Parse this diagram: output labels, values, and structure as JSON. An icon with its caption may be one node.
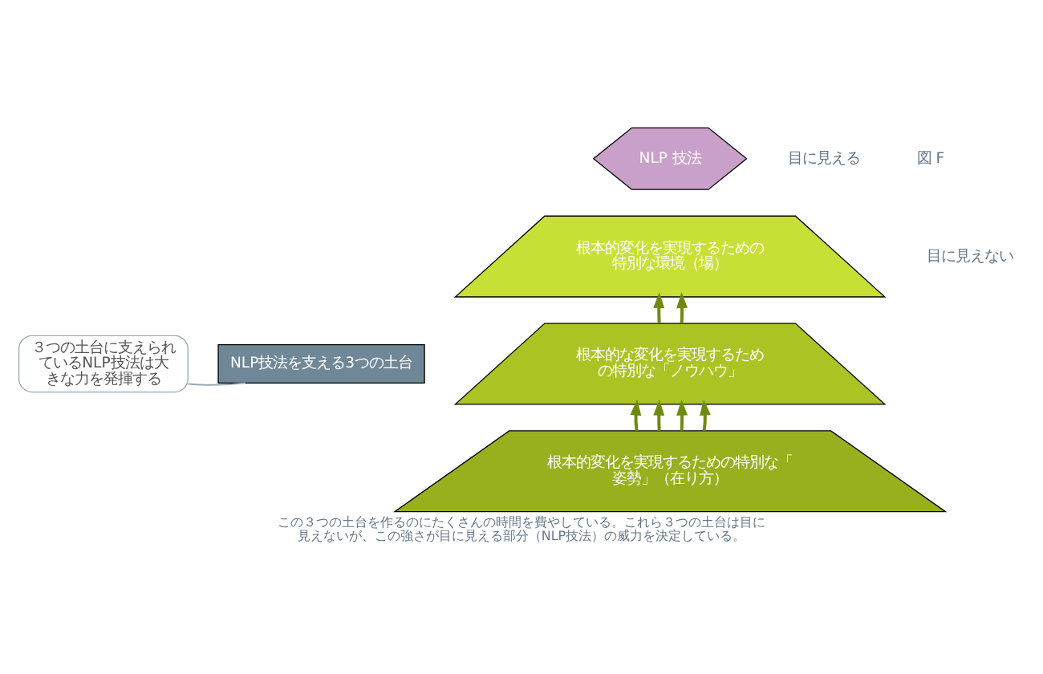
{
  "diagram": {
    "caption": "この３つの土台を作るのにたくさんの時間を費やしている。これら３つの土台は目に見えないが、この強さが目に見える部分（NLP技法）の威力を決定している。",
    "nodes": [
      {
        "text": [
          "NLP 技法"
        ]
      },
      {
        "text": [
          "根本的変化を実現するための特別な環境（場）"
        ]
      },
      {
        "text": [
          "根本的な変化を実現するための特別な「ノウハウ」"
        ]
      },
      {
        "text": [
          "根本的変化を実現するための特別な「姿勢」（在り方）"
        ]
      },
      {
        "text": [
          "NLP技法を支える3つの土台"
        ]
      },
      {
        "text": [
          "３つの土台に支えられているNLP技法は大きな力を発揮する"
        ]
      }
    ],
    "edges": [
      {
        "from": 3,
        "to": 2,
        "arrow": "to"
      },
      {
        "from": 3,
        "to": 2,
        "arrow": "to"
      },
      {
        "from": 3,
        "to": 2,
        "arrow": "to"
      },
      {
        "from": 3,
        "to": 2,
        "arrow": "to"
      },
      {
        "from": 2,
        "to": 1,
        "arrow": "to"
      },
      {
        "from": 2,
        "to": 1,
        "arrow": "to"
      },
      {
        "from": 5,
        "to": 4,
        "arrow": "none",
        "color": "#9aa8b0"
      }
    ],
    "labels": [
      "図 F",
      "目に見える",
      "目に見えない"
    ]
  }
}
